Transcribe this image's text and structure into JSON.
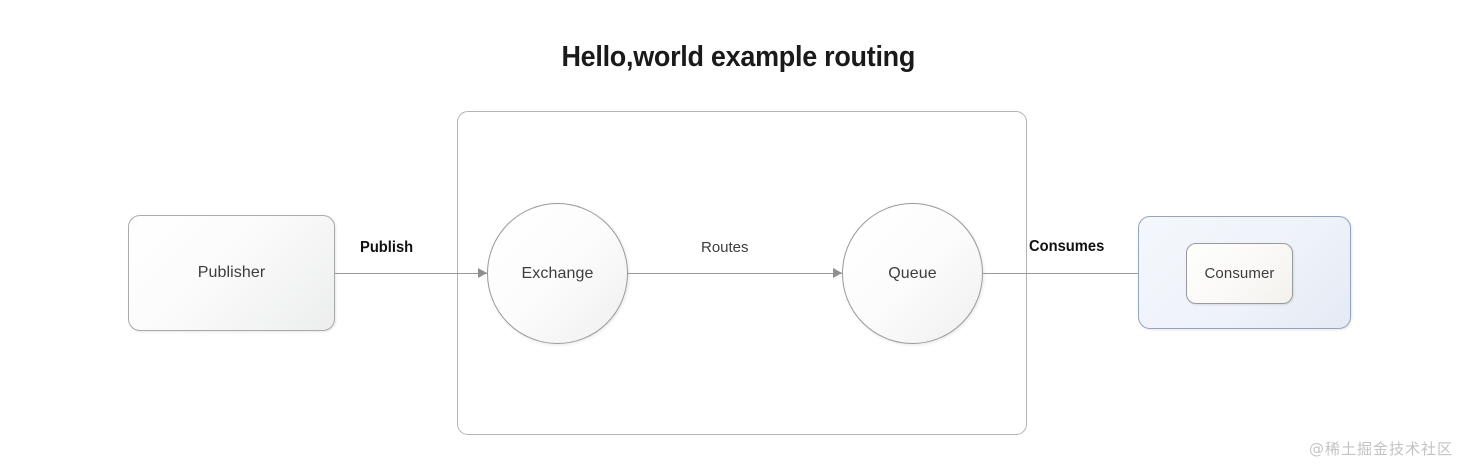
{
  "diagram": {
    "title": "Hello,world example routing",
    "type": "flow-diagram",
    "background_color": "#ffffff",
    "nodes": [
      {
        "id": "publisher",
        "label": "Publisher",
        "shape": "rounded-rect",
        "fill": "#f7f7f7",
        "border_color": "#aaaaaa"
      },
      {
        "id": "exchange",
        "label": "Exchange",
        "shape": "circle",
        "fill": "#fafafa",
        "border_color": "#9a9a9a"
      },
      {
        "id": "queue",
        "label": "Queue",
        "shape": "circle",
        "fill": "#fafafa",
        "border_color": "#9a9a9a"
      },
      {
        "id": "consumer",
        "label": "Consumer",
        "shape": "rounded-rect",
        "fill": "#fbfaf8",
        "border_color": "#9b9b9b"
      }
    ],
    "groups": [
      {
        "id": "broker",
        "label": "",
        "border_color": "#b3b3b3",
        "fill": "#ffffff"
      },
      {
        "id": "consumer-host",
        "label": "",
        "border_color": "#93a3c4",
        "fill": "#eef2f9"
      }
    ],
    "edges": [
      {
        "id": "publish",
        "label": "Publish",
        "from": "publisher",
        "to": "exchange",
        "bold": true,
        "arrow": true
      },
      {
        "id": "routes",
        "label": "Routes",
        "from": "exchange",
        "to": "queue",
        "bold": false,
        "arrow": true
      },
      {
        "id": "consumes",
        "label": "Consumes",
        "from": "queue",
        "to": "consumer",
        "bold": true,
        "arrow": true
      }
    ]
  },
  "watermark": {
    "text": "@稀土掘金技术社区",
    "color": "#c3c3c3"
  }
}
